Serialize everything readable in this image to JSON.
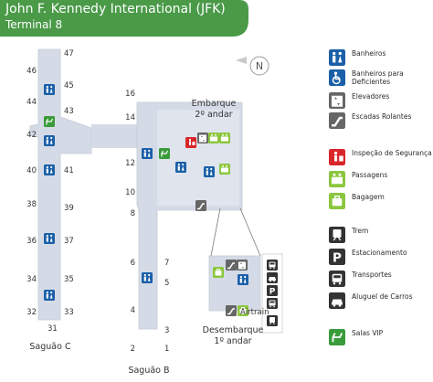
{
  "header": {
    "title": "John F. Kennedy International (JFK)",
    "subtitle": "Terminal 8",
    "bg_color": "#4a9a48"
  },
  "compass": {
    "label": "N"
  },
  "areas": {
    "embarque": {
      "line1": "Embarque",
      "line2": "2º andar"
    },
    "desembarque": {
      "line1": "Desembarque",
      "line2": "1º andar"
    },
    "saguao_c": "Saguão C",
    "saguao_b": "Saguão B",
    "airtrain": "Airtrain"
  },
  "gates": {
    "c_left": [
      "46",
      "44",
      "42",
      "40",
      "38",
      "36",
      "34",
      "32"
    ],
    "c_right": [
      "47",
      "45",
      "43",
      "41",
      "39",
      "37",
      "35",
      "33"
    ],
    "c_bottom": "31",
    "b_top": [
      "16",
      "14",
      "12",
      "10",
      "8"
    ],
    "b_left": [
      "6",
      "4",
      "2"
    ],
    "b_right": [
      "7",
      "5",
      "3",
      "1"
    ]
  },
  "legend": [
    {
      "icon": "restroom-icon",
      "label": "Banheiros",
      "color": "#1a5fa8"
    },
    {
      "icon": "accessible-restroom-icon",
      "label": "Banheiros para Deficientes",
      "color": "#1a5fa8"
    },
    {
      "icon": "elevator-icon",
      "label": "Elevadores",
      "color": "#666666"
    },
    {
      "icon": "escalator-icon",
      "label": "Escadas Rolantes",
      "color": "#666666"
    },
    {
      "icon": "security-icon",
      "label": "Inspeção de Segurança",
      "color": "#d9262b"
    },
    {
      "icon": "tickets-icon",
      "label": "Passagens",
      "color": "#8cc63f"
    },
    {
      "icon": "baggage-icon",
      "label": "Bagagem",
      "color": "#8cc63f"
    },
    {
      "icon": "train-icon",
      "label": "Trem",
      "color": "#333333"
    },
    {
      "icon": "parking-icon",
      "label": "Estacionamento",
      "color": "#333333"
    },
    {
      "icon": "bus-icon",
      "label": "Transportes",
      "color": "#333333"
    },
    {
      "icon": "car-rental-icon",
      "label": "Aluguel de Carros",
      "color": "#333333"
    },
    {
      "icon": "vip-lounge-icon",
      "label": "Salas VIP",
      "color": "#3a9b3a"
    }
  ]
}
